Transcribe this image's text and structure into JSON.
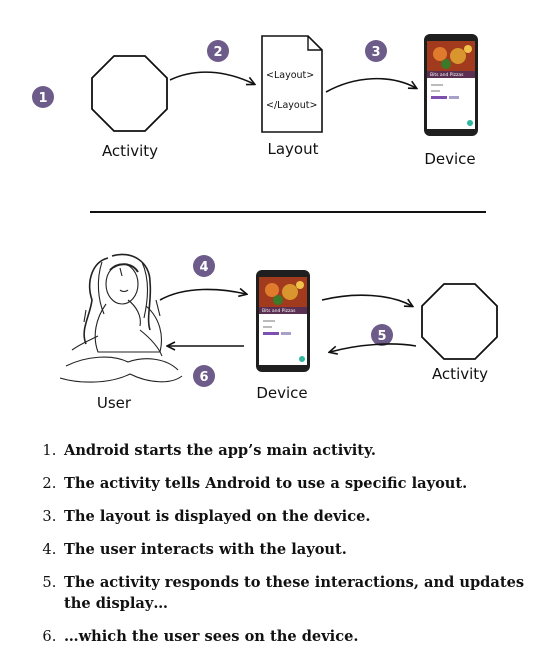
{
  "diagram": {
    "labels": {
      "activity": "Activity",
      "layout": "Layout",
      "device": "Device",
      "user": "User",
      "layout_open_tag": "<Layout>",
      "layout_close_tag": "</Layout>",
      "phone_title": "Bits and Pizzas"
    },
    "badges": [
      "1",
      "2",
      "3",
      "4",
      "5",
      "6"
    ],
    "colors": {
      "badge": "#6d5b8a",
      "phone_body": "#1f1f1f",
      "phone_bar": "#5b2f52",
      "fab": "#2fb7a0"
    }
  },
  "steps": [
    "Android starts the app’s main activity.",
    "The activity tells Android to use a specific layout.",
    "The layout is displayed on the device.",
    "The user interacts with the layout.",
    "The activity responds to these interactions, and updates the display…",
    "…which the user sees on the device."
  ]
}
